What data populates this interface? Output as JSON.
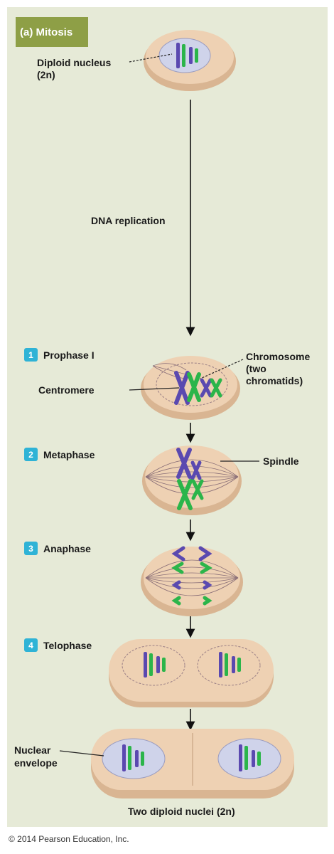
{
  "title": "(a) Mitosis",
  "labels": {
    "diploid_nucleus": "Diploid nucleus",
    "ploidy": "(2n)",
    "dna_replication": "DNA replication",
    "centromere": "Centromere",
    "chromosome": "Chromosome",
    "two_chromatids_1": "(two",
    "two_chromatids_2": "chromatids)",
    "spindle": "Spindle",
    "nuclear": "Nuclear",
    "envelope": "envelope",
    "result": "Two diploid nuclei (2n)"
  },
  "steps": [
    {
      "num": "1",
      "label": "Prophase I"
    },
    {
      "num": "2",
      "label": "Metaphase"
    },
    {
      "num": "3",
      "label": "Anaphase"
    },
    {
      "num": "4",
      "label": "Telophase"
    }
  ],
  "copyright": "© 2014 Pearson Education, Inc.",
  "colors": {
    "panel": "#e6ead7",
    "badge": "#8e9f46",
    "step_badge": "#2fb3d6",
    "cell": "#eed1b3",
    "nucleus": "#cfd3ea",
    "purple": "#5a49b0",
    "green": "#2bb54a"
  }
}
